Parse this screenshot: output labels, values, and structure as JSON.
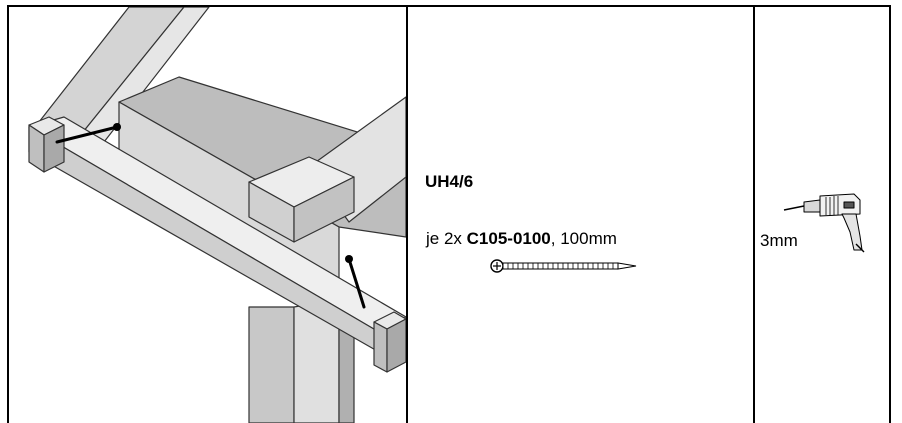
{
  "cell2": {
    "code": "UH4/6",
    "line_prefix": "je 2x ",
    "part_number": "C105-0100",
    "line_suffix": ", 100mm"
  },
  "cell3": {
    "drill_size": "3mm"
  },
  "icons": {
    "illustration": "roof-frame-assembly-illustration",
    "screw": "screw-icon",
    "drill": "drill-icon"
  }
}
